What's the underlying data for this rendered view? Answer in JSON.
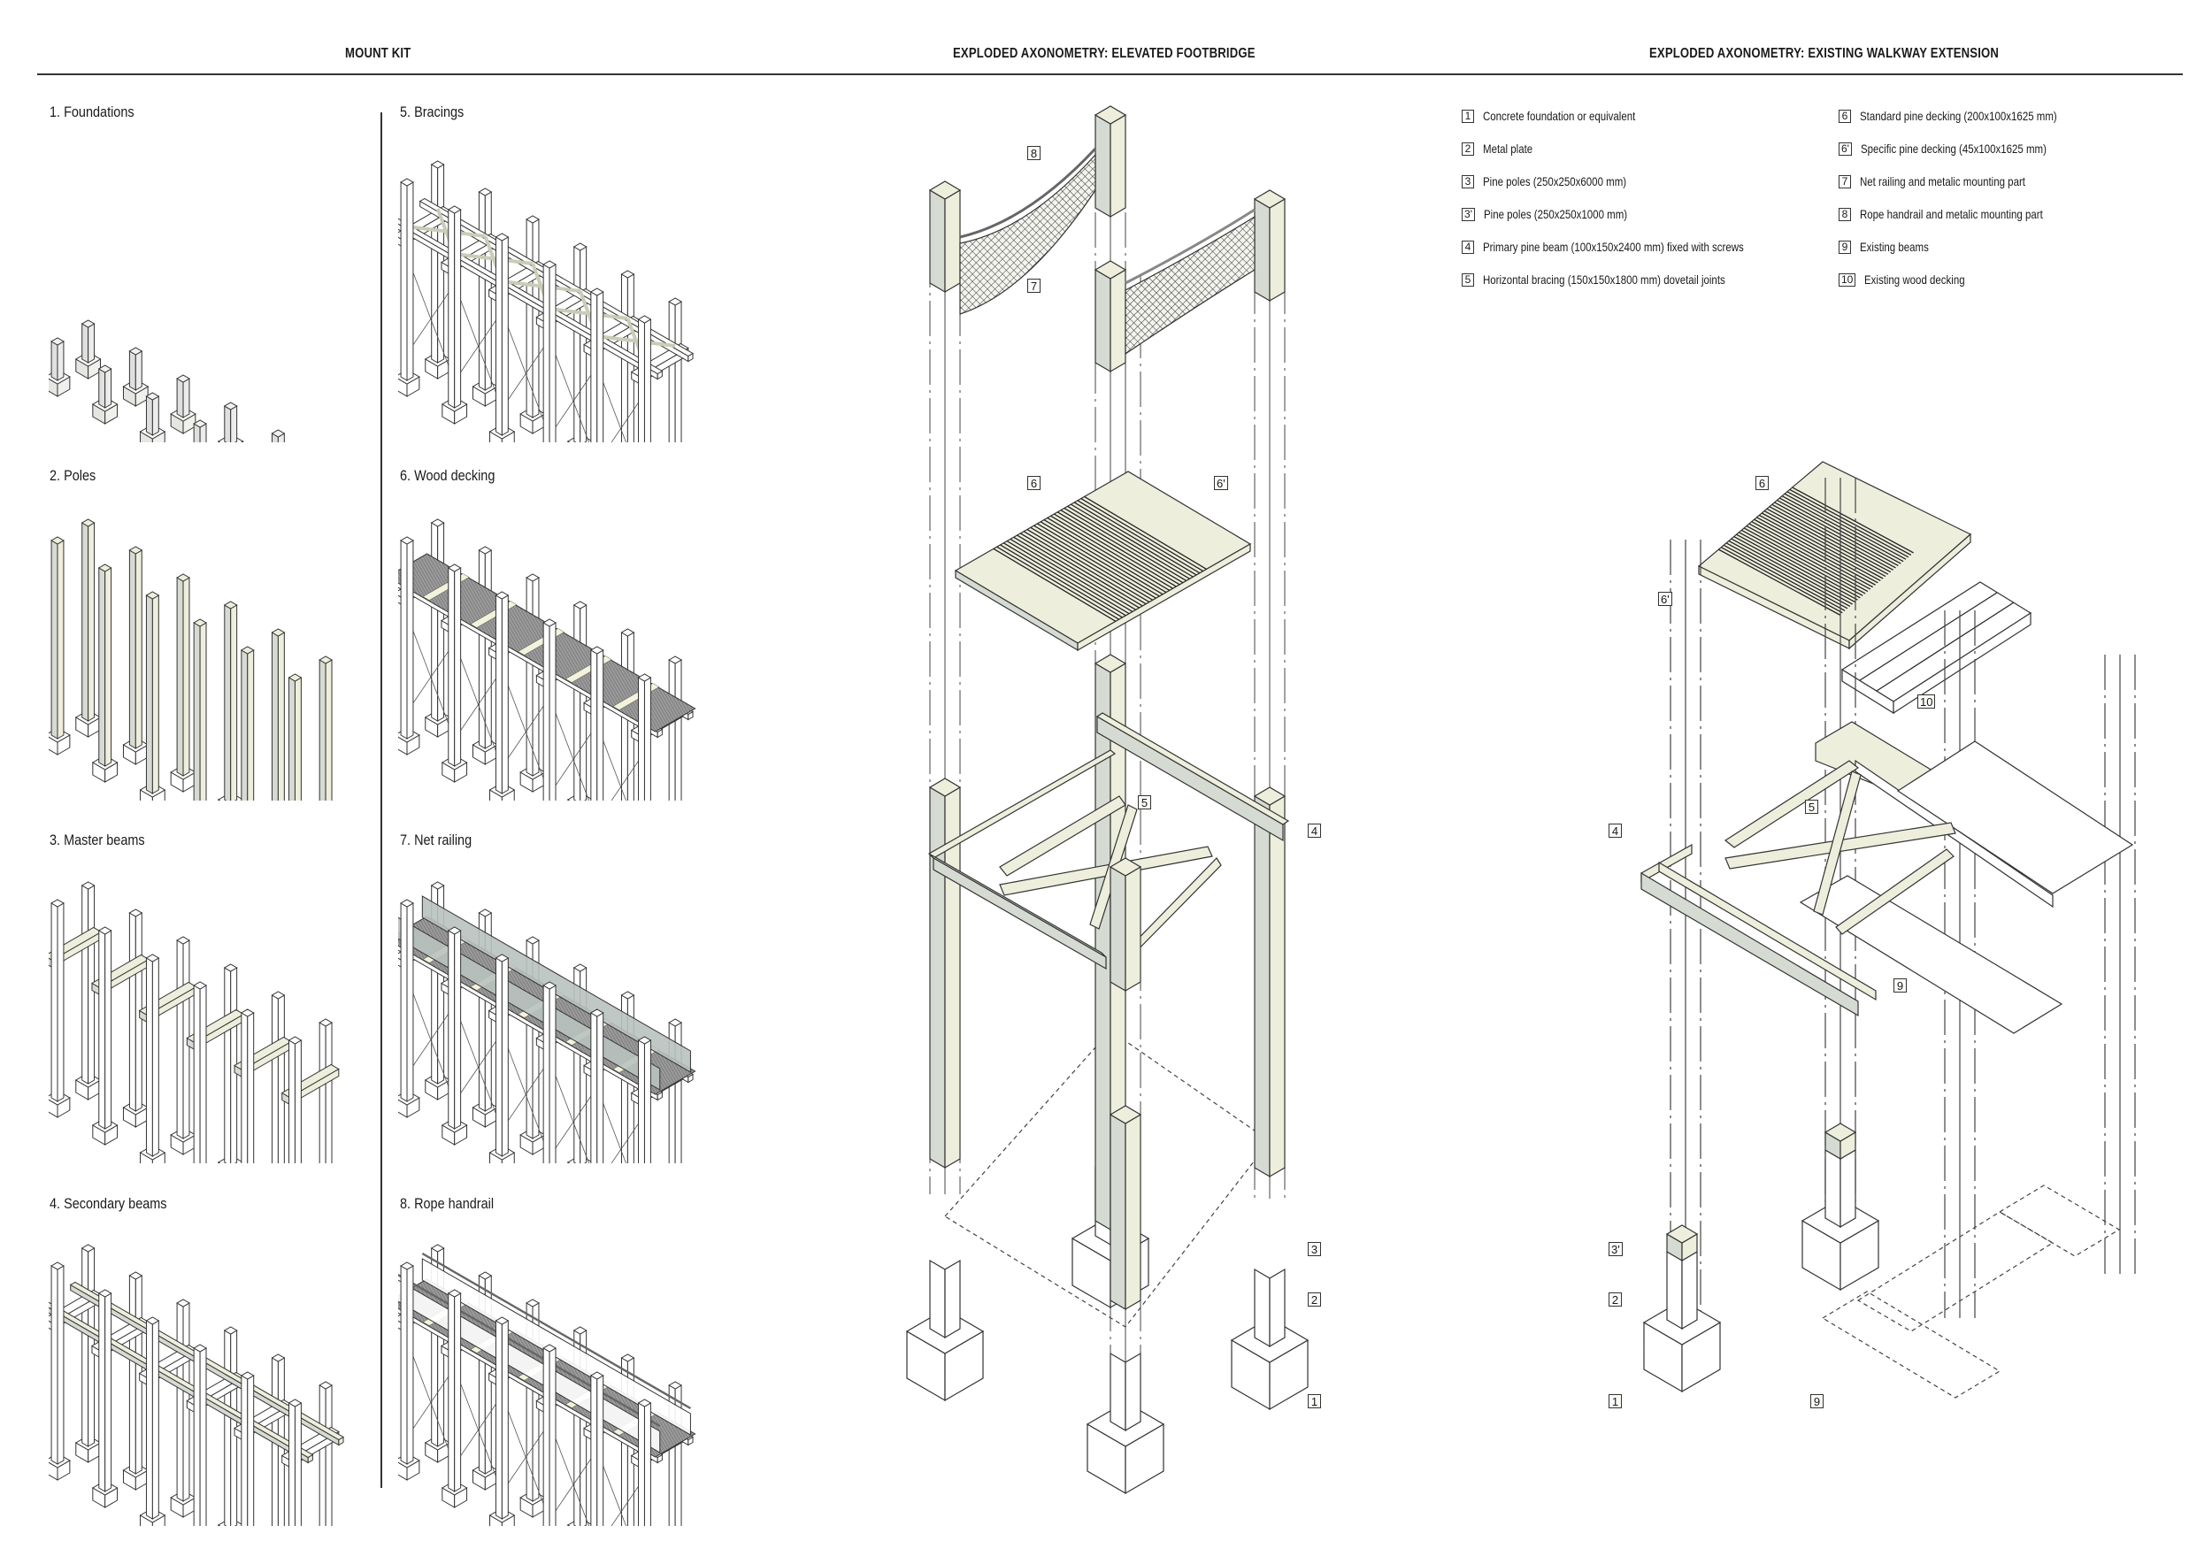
{
  "headers": {
    "mount_kit": "MOUNT KIT",
    "footbridge": "EXPLODED AXONOMETRY: ELEVATED FOOTBRIDGE",
    "walkway": "EXPLODED AXONOMETRY: EXISTING WALKWAY EXTENSION"
  },
  "mount_kit": {
    "steps": [
      {
        "label": "1. Foundations",
        "stage": 1
      },
      {
        "label": "2. Poles",
        "stage": 2
      },
      {
        "label": "3. Master beams",
        "stage": 3
      },
      {
        "label": "4. Secondary beams",
        "stage": 4
      },
      {
        "label": "5. Bracings",
        "stage": 5
      },
      {
        "label": "6. Wood decking",
        "stage": 6
      },
      {
        "label": "7. Net railing",
        "stage": 7
      },
      {
        "label": "8. Rope handrail",
        "stage": 8
      }
    ]
  },
  "legend": [
    {
      "tag": "1",
      "text": "Concrete foundation or equivalent"
    },
    {
      "tag": "2",
      "text": "Metal plate"
    },
    {
      "tag": "3",
      "text": "Pine poles (250x250x6000 mm)"
    },
    {
      "tag": "3'",
      "text": "Pine poles (250x250x1000 mm)"
    },
    {
      "tag": "4",
      "text": "Primary pine beam (100x150x2400 mm) fixed with screws"
    },
    {
      "tag": "5",
      "text": "Horizontal bracing (150x150x1800 mm) dovetail joints"
    },
    {
      "tag": "6",
      "text": "Standard pine decking (200x100x1625 mm)"
    },
    {
      "tag": "6'",
      "text": "Specific pine decking (45x100x1625 mm)"
    },
    {
      "tag": "7",
      "text": "Net railing and metalic mounting part"
    },
    {
      "tag": "8",
      "text": "Rope handrail and metalic mounting part"
    },
    {
      "tag": "9",
      "text": "Existing beams"
    },
    {
      "tag": "10",
      "text": "Existing wood decking"
    }
  ],
  "footbridge_callouts": {
    "c8": "8",
    "c7": "7",
    "c6": "6",
    "c6p": "6'",
    "c5": "5",
    "c4": "4",
    "c3": "3",
    "c2": "2",
    "c1": "1"
  },
  "walkway_callouts": {
    "c6": "6",
    "c6p": "6'",
    "c10": "10",
    "c5": "5",
    "c4": "4",
    "c9a": "9",
    "c3p": "3'",
    "c2": "2",
    "c1": "1",
    "c9b": "9"
  },
  "colors": {
    "wood_light": "#eeeedd",
    "wood_shade": "#d5dbd2",
    "line": "#333333",
    "deck_dark": "#8a8a8a",
    "net": "#9aa6a3"
  }
}
